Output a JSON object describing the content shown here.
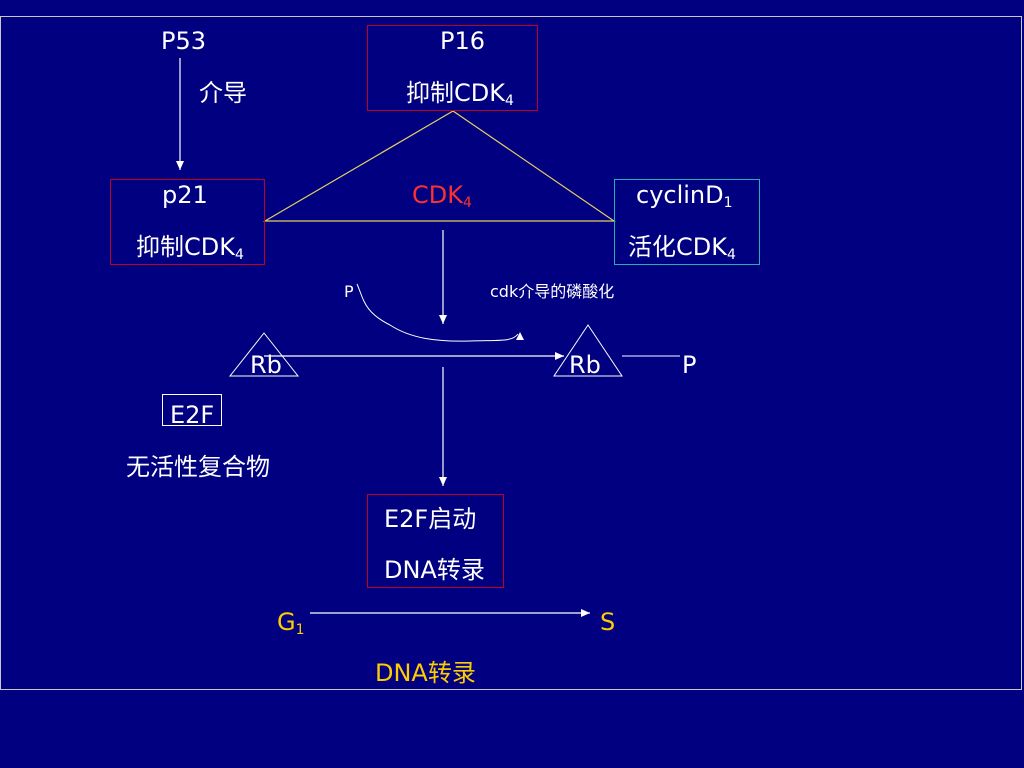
{
  "p53": {
    "label": "P53",
    "action": "介导"
  },
  "p16": {
    "label": "P16",
    "action_prefix": "抑制CDK",
    "action_sub": "4"
  },
  "p21": {
    "label": "p21",
    "action_prefix": "抑制CDK",
    "action_sub": "4"
  },
  "cdk4": {
    "label": "CDK",
    "sub": "4"
  },
  "cyclin_d1": {
    "label": "cyclinD",
    "sub": "1",
    "action_prefix": "活化CDK",
    "action_sub": "4"
  },
  "phosphorylation": {
    "p_label": "P",
    "note": "cdk介导的磷酸化"
  },
  "rb_left": {
    "label": "Rb"
  },
  "rb_right": {
    "label": "Rb",
    "p_label": "P"
  },
  "e2f": {
    "label": "E2F",
    "complex_label": "无活性复合物"
  },
  "e2f_activation": {
    "line1": "E2F启动",
    "line2": "DNA转录"
  },
  "cycle": {
    "g_label": "G",
    "g_sub": "1",
    "s_label": "S",
    "caption": "DNA转录"
  },
  "colors": {
    "background": "#000080",
    "text": "#ffffff",
    "cdk4": "#ff3030",
    "cycle": "#ffcc00",
    "triangle": "#e6d060"
  }
}
